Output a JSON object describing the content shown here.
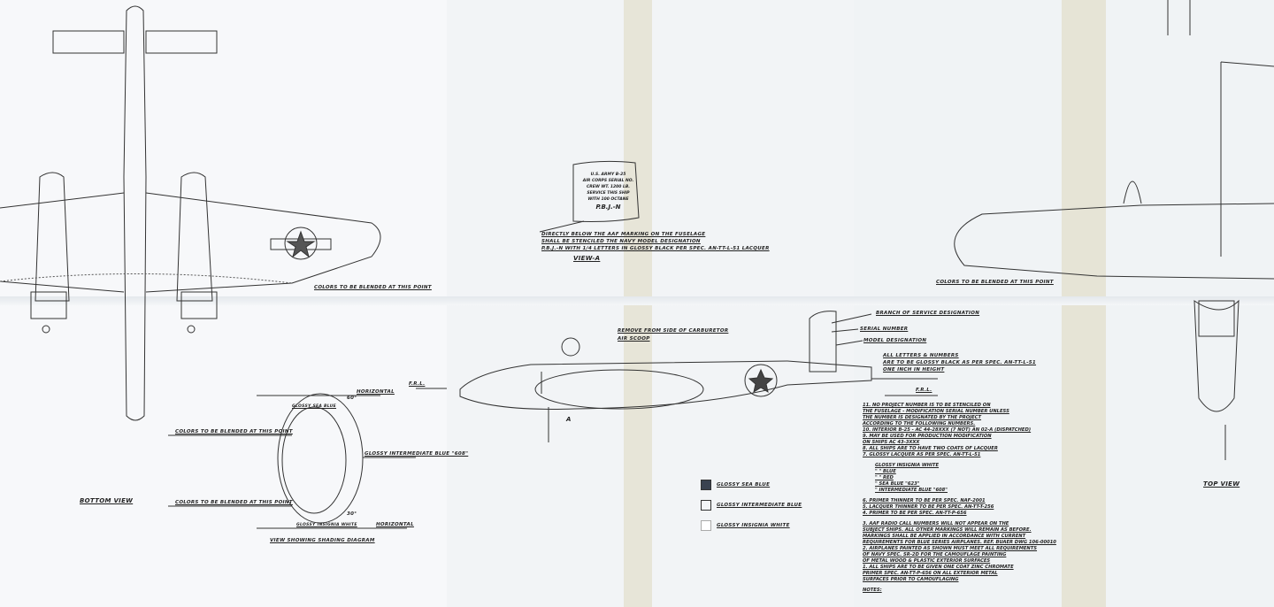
{
  "left_panel": {
    "bottom_view_label": "Bottom View",
    "colors_blended_wing": "Colors to be blended at this point",
    "colors_blended_upper": "Colors to be blended at this point",
    "colors_blended_lower": "Colors to be blended at this point",
    "horizontal_top": "Horizontal",
    "horizontal_bottom": "Horizontal",
    "frl": "F.R.L.",
    "glossy_sea_blue": "Glossy Sea Blue",
    "glossy_insignia_white": "Glossy Insignia White",
    "glossy_intermediate_blue": "Glossy Intermediate Blue \"608\"",
    "angle_top": "60°",
    "angle_bottom": "30°",
    "diagram_caption": "View showing shading diagram"
  },
  "middle_panel": {
    "stencil_box": [
      "U.S. Army B-25",
      "Air Corps Serial No.",
      "Crew Wt. 1200 LB.",
      "Service this ship",
      "with 100 octane",
      "P.B.J.-N"
    ],
    "stencil_note": [
      "Directly below the AAF marking on the fuselage",
      "shall be stenciled the Navy model designation",
      "P.B.J.-N with 1/4 letters in glossy black per spec. AN-TT-L-51 lacquer"
    ],
    "view_a": "View-A",
    "carburetor_note": [
      "Remove from side of carburetor",
      "air scoop"
    ],
    "view_a_marker": "A",
    "legend": [
      {
        "label": "Glossy Sea Blue",
        "color": "#3a4250"
      },
      {
        "label": "Glossy Intermediate Blue",
        "color": "#f4f6f8"
      },
      {
        "label": "Glossy Insignia White",
        "color": "#ffffff"
      }
    ]
  },
  "right_panel": {
    "branch_of_service": "Branch of service designation",
    "serial_number": "Serial number",
    "model_designation": "Model designation",
    "letters_note": [
      "All letters & numbers",
      "are to be glossy black as per spec. AN-TT-L-51",
      "one inch in height"
    ],
    "frl": "F.R.L.",
    "colors_blended": "Colors to be blended at this point",
    "top_view_label": "Top View",
    "notes": [
      "11. No project number is to be stenciled on",
      "the fuselage - modification serial number unless",
      "the number is designated by the project",
      "according to the following numbers.",
      "10. Interior B-25 - AC 44-28xxx (7 not) AN 02-A (Dispatched)",
      "9. May be used for production modification",
      "on ships AC 43-3xxx",
      "8. All ships are to have two coats of lacquer",
      "7. Glossy lacquer as per spec. AN-TT-L-51",
      "Glossy insignia white",
      "\" \" blue",
      "\" \" red",
      "\" sea blue \"623\"",
      "\" intermediate blue \"608\"",
      "6. Primer thinner to be per spec. NAF-2001",
      "5. Lacquer thinner to be per spec. AN-TT-T-256",
      "4. Primer to be per spec. AN-TT-P-656",
      "3. AAF radio call numbers will not appear on the",
      "subject ships. All other markings will remain as before.",
      "Markings shall be applied in accordance with current",
      "requirements for Blue Series airplanes. Ref. BuAer Dwg 106-00010",
      "2. Airplanes painted as shown must meet all requirements",
      "of Navy spec. SR-2D for the camouflage painting",
      "of metal wood & plastic exterior surfaces",
      "1. All ships are to be given one coat zinc chromate",
      "primer spec. AN-TT-P-656 on all exterior metal",
      "surfaces prior to camouflaging"
    ],
    "notes_heading": "Notes:"
  }
}
